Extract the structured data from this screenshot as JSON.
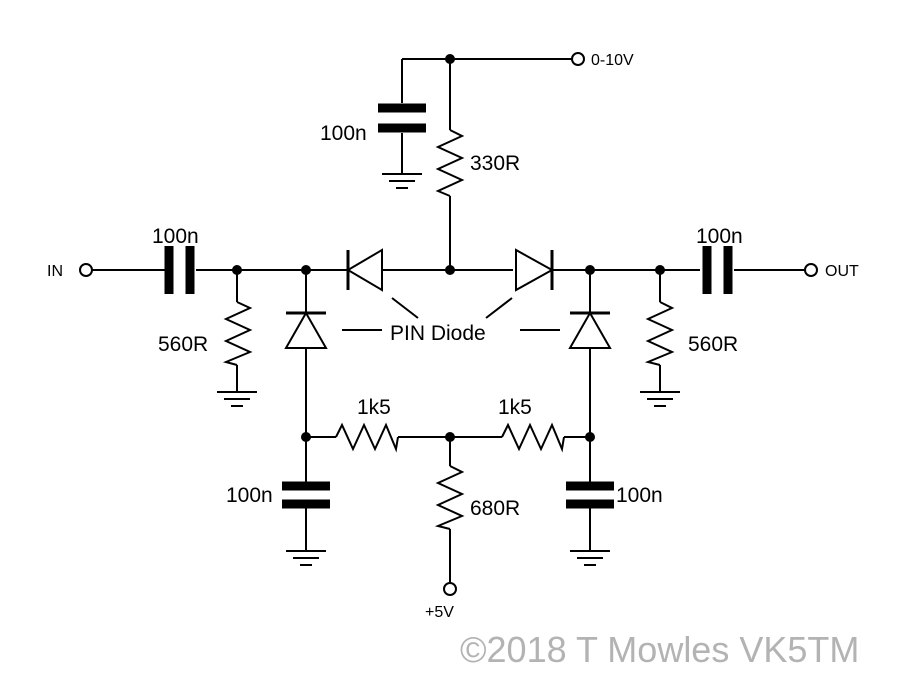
{
  "labels": {
    "vcontrol": "0-10V",
    "input": "IN",
    "output": "OUT",
    "supply": "+5V",
    "pin_diode": "PIN Diode",
    "copyright": "©2018 T Mowles VK5TM"
  },
  "components": {
    "c_top": "100n",
    "r_top": "330R",
    "c_in": "100n",
    "r_in_shunt": "560R",
    "c_out": "100n",
    "r_out_shunt": "560R",
    "r_bias_left": "1k5",
    "r_bias_right": "1k5",
    "r_supply": "680R",
    "c_bias_left": "100n",
    "c_bias_right": "100n"
  },
  "colors": {
    "ink": "#000000",
    "background": "#ffffff",
    "watermark": "#b3b3b3"
  }
}
